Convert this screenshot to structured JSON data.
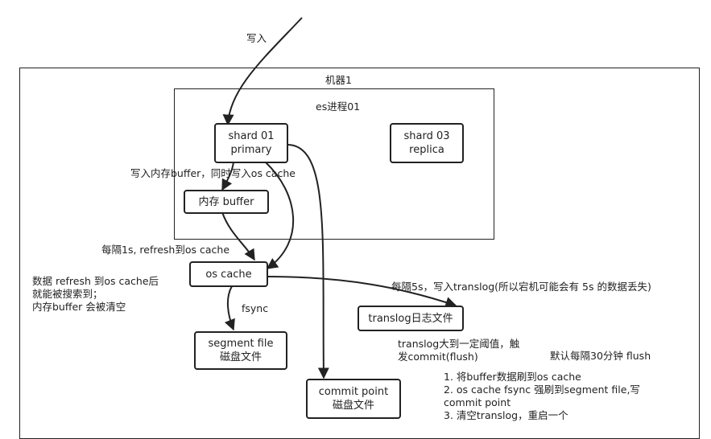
{
  "title_write": "写入",
  "machine_label": "机器1",
  "process_label": "es进程01",
  "shard_primary": {
    "line1": "shard 01",
    "line2": "primary"
  },
  "shard_replica": {
    "line1": "shard 03",
    "line2": "replica"
  },
  "mem_buffer": "内存 buffer",
  "os_cache": "os cache",
  "translog_file": "translog日志文件",
  "segment_file": {
    "line1": "segment file",
    "line2": "磁盘文件"
  },
  "commit_point": {
    "line1": "commit point",
    "line2": "磁盘文件"
  },
  "annotations": {
    "write_buffer": "写入内存buffer，同时写入os cache",
    "refresh": "每隔1s, refresh到os cache",
    "data_refresh": "数据 refresh 到os cache后\n就能被搜索到；\n内存buffer 会被清空",
    "fsync": "fsync",
    "translog_every5s": "每隔5s，写入translog(所以宕机可能会有 5s 的数据丢失)",
    "translog_threshold": "translog大到一定阈值，触\n    发commit(flush)",
    "flush_default": "默认每隔30分钟 flush",
    "flush_steps": "1. 将buffer数据刷到os cache\n2. os cache fsync 强刷到segment file,写\ncommit point\n3. 清空translog，重启一个"
  }
}
